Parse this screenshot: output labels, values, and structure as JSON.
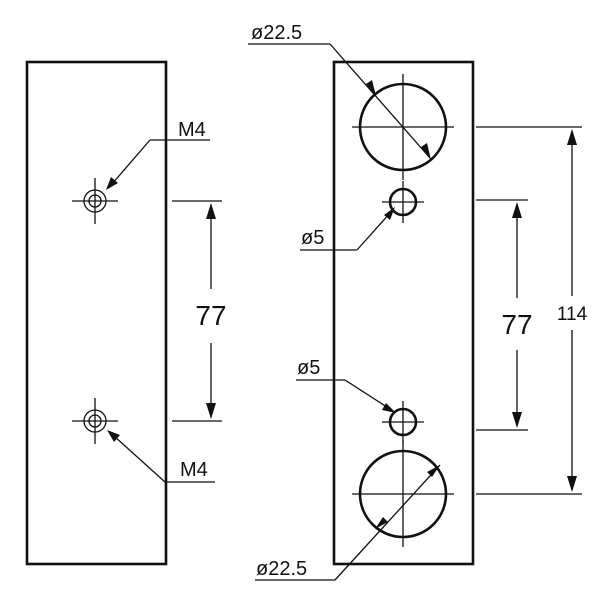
{
  "left_view": {
    "thread_top_label": "M4",
    "thread_bottom_label": "M4",
    "spacing_label": "77"
  },
  "right_view": {
    "large_hole_top_label": "ø22.5",
    "small_hole_top_label": "ø5",
    "small_hole_bottom_label": "ø5",
    "large_hole_bottom_label": "ø22.5",
    "inner_spacing_label": "77",
    "outer_spacing_label": "114"
  }
}
